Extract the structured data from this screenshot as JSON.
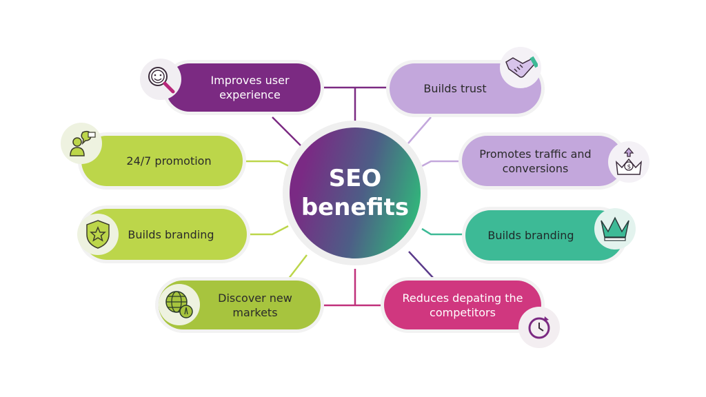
{
  "center": {
    "line1": "SEO",
    "line2": "benefits"
  },
  "nodes": [
    {
      "label_1": "Improves user",
      "label_2": "experience",
      "icon": "magnifier-smile-icon",
      "color": "#7b2a82"
    },
    {
      "label_1": "Builds trust",
      "label_2": "",
      "icon": "handshake-icon",
      "color": "#c3a7dc"
    },
    {
      "label_1": "24/7 promotion",
      "label_2": "",
      "icon": "person-chat-icon",
      "color": "#bcd64a"
    },
    {
      "label_1": "Promotes traffic and",
      "label_2": "conversions",
      "icon": "money-crown-icon",
      "color": "#c3a7dc"
    },
    {
      "label_1": "Builds branding",
      "label_2": "",
      "icon": "shield-star-icon",
      "color": "#bcd64a"
    },
    {
      "label_1": "Builds branding",
      "label_2": "",
      "icon": "crown-icon",
      "color": "#3dba96"
    },
    {
      "label_1": "Discover new",
      "label_2": "markets",
      "icon": "globe-compass-icon",
      "color": "#a7c43e"
    },
    {
      "label_1": "Reduces depating the",
      "label_2": "competitors",
      "icon": "clock-icon",
      "color": "#d0377f"
    }
  ]
}
